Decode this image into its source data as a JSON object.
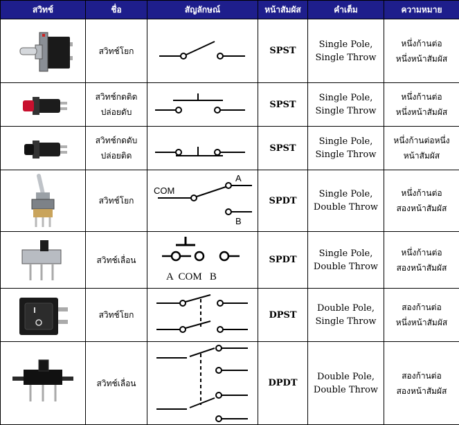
{
  "headers": {
    "switch": "สวิทช์",
    "name": "ชื่อ",
    "symbol": "สัญลักษณ์",
    "contacts": "หน้าสัมผัส",
    "full_name": "คำเต็ม",
    "meaning": "ความหมาย"
  },
  "rows": [
    {
      "name": [
        "สวิทช์โยก"
      ],
      "contacts": "SPST",
      "full": [
        "Single Pole,",
        "Single Throw"
      ],
      "meaning": [
        "หนึ่งก้านต่อ",
        "หนึ่งหน้าสัมผัส"
      ],
      "photo": "toggle-switch-photo",
      "symbol": "spst-toggle-symbol"
    },
    {
      "name": [
        "สวิทช์กดติด",
        "ปล่อยดับ"
      ],
      "contacts": "SPST",
      "full": [
        "Single Pole,",
        "Single Throw"
      ],
      "meaning": [
        "หนึ่งก้านต่อ",
        "หนึ่งหน้าสัมผัส"
      ],
      "photo": "red-pushbutton-photo",
      "symbol": "push-to-make-symbol"
    },
    {
      "name": [
        "สวิทช์กดดับ",
        "ปล่อยติด"
      ],
      "contacts": "SPST",
      "full": [
        "Single Pole,",
        "Single Throw"
      ],
      "meaning": [
        "หนึ่งก้านต่อหนึ่ง",
        "หน้าสัมผัส"
      ],
      "photo": "black-pushbutton-photo",
      "symbol": "push-to-break-symbol"
    },
    {
      "name": [
        "สวิทช์โยก"
      ],
      "contacts": "SPDT",
      "full": [
        "Single Pole,",
        "Double Throw"
      ],
      "meaning": [
        "หนึ่งก้านต่อ",
        "สองหน้าสัมผัส"
      ],
      "photo": "mini-toggle-photo",
      "symbol": "spdt-toggle-symbol",
      "symbol_labels": {
        "com": "COM",
        "a": "A",
        "b": "B"
      }
    },
    {
      "name": [
        "สวิทช์เลื่อน"
      ],
      "contacts": "SPDT",
      "full": [
        "Single Pole,",
        "Double Throw"
      ],
      "meaning": [
        "หนึ่งก้านต่อ",
        "สองหน้าสัมผัส"
      ],
      "photo": "slide-switch-photo",
      "symbol": "spdt-slide-symbol",
      "symbol_labels": {
        "text": "A  COM   B"
      }
    },
    {
      "name": [
        "สวิทช์โยก"
      ],
      "contacts": "DPST",
      "full": [
        "Double Pole,",
        "Single Throw"
      ],
      "meaning": [
        "สองก้านต่อ",
        "หนึ่งหน้าสัมผัส"
      ],
      "photo": "rocker-switch-photo",
      "symbol": "dpst-symbol"
    },
    {
      "name": [
        "สวิทช์เลื่อน"
      ],
      "contacts": "DPDT",
      "full": [
        "Double Pole,",
        "Double Throw"
      ],
      "meaning": [
        "สองก้านต่อ",
        "สองหน้าสัมผัส"
      ],
      "photo": "dpdt-slide-photo",
      "symbol": "dpdt-symbol"
    }
  ],
  "colors": {
    "header_bg": "#1e1e8c",
    "header_text": "#ffffff",
    "grid": "#000000"
  }
}
